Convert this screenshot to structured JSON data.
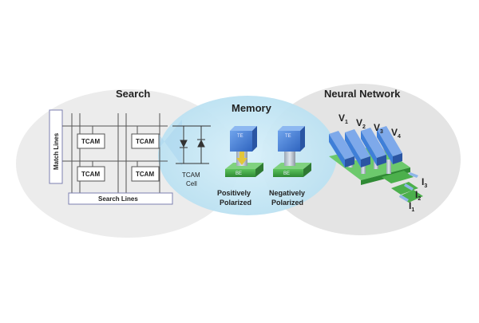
{
  "search": {
    "title": "Search",
    "match_lines": "Match Lines",
    "search_lines": "Search Lines",
    "cell_labels": [
      "TCAM",
      "TCAM",
      "TCAM",
      "TCAM"
    ]
  },
  "memory": {
    "title": "Memory",
    "cell_label_1": "TCAM",
    "cell_label_2": "Cell",
    "left_stack": {
      "top": "TE",
      "bottom": "BE",
      "caption_1": "Positively",
      "caption_2": "Polarized"
    },
    "right_stack": {
      "top": "TE",
      "bottom": "BE",
      "caption_1": "Negatively",
      "caption_2": "Polarized"
    }
  },
  "neural": {
    "title": "Neural Network",
    "voltages": [
      {
        "base": "V",
        "sub": "1"
      },
      {
        "base": "V",
        "sub": "2"
      },
      {
        "base": "V",
        "sub": "3"
      },
      {
        "base": "V",
        "sub": "4"
      }
    ],
    "currents": [
      {
        "base": "I",
        "sub": "3"
      },
      {
        "base": "I",
        "sub": "2"
      },
      {
        "base": "I",
        "sub": "1"
      }
    ]
  },
  "colors": {
    "search_bg": "#ececec",
    "memory_bg": "#cfe9f5",
    "neural_bg": "#e6e6e6",
    "te_blue": "#3f7fd8",
    "be_green": "#4cb04c",
    "arrow_yellow": "#e2c63a"
  }
}
